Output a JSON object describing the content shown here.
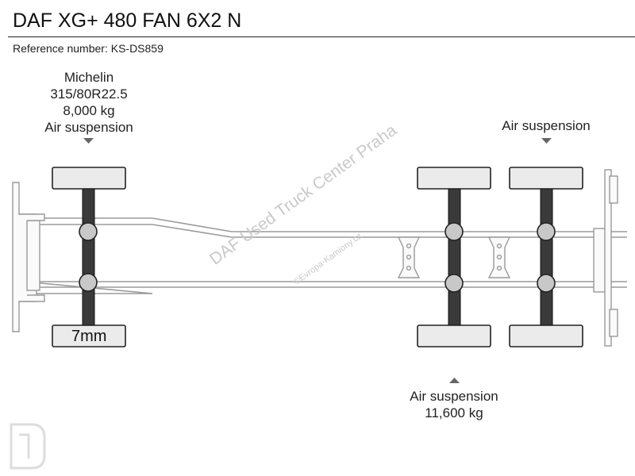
{
  "header": {
    "title": "DAF XG+ 480 FAN 6X2 N",
    "reference": "Reference number: KS-DS859"
  },
  "axles": {
    "front": {
      "brand": "Michelin",
      "tire_size": "315/80R22.5",
      "load": "8,000 kg",
      "suspension": "Air suspension",
      "tread_depth": "7mm"
    },
    "rear_drive": {
      "suspension": "Air suspension",
      "load": "11,600 kg"
    },
    "tag": {
      "suspension": "Air suspension"
    }
  },
  "watermark": {
    "text": "DAF Used Truck Center Praha",
    "sub_text": "©Evropa-Kamiony.cz"
  },
  "colors": {
    "tire_fill": "#ebebeb",
    "axle_fill": "#3a3a3a",
    "hub_fill": "#c8c8c8",
    "frame_stroke": "#9a9a9a",
    "arrow": "#666666"
  }
}
